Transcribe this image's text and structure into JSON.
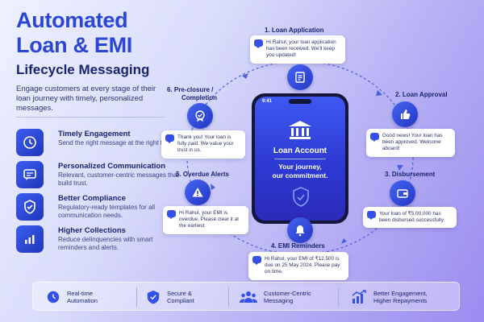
{
  "header": {
    "title_line1": "Automated",
    "title_line2": "Loan & EMI",
    "title_line3": "Lifecycle Messaging",
    "intro": "Engage customers at every stage of their loan journey with timely, personalized messages."
  },
  "features": [
    {
      "icon": "clock-icon",
      "title": "Timely Engagement",
      "desc": "Send the right message at the right time."
    },
    {
      "icon": "chat-icon",
      "title": "Personalized Communication",
      "desc": "Relevant, customer-centric messages that build trust."
    },
    {
      "icon": "shield-icon",
      "title": "Better Compliance",
      "desc": "Regulatory-ready templates for all communication needs."
    },
    {
      "icon": "bar-chart-icon",
      "title": "Higher Collections",
      "desc": "Reduce delinquencies with smart reminders and alerts."
    }
  ],
  "phone": {
    "time": "9:41",
    "heading": "Loan Account",
    "tagline_line1": "Your journey,",
    "tagline_line2": "our commitment."
  },
  "steps": [
    {
      "label": "1. Loan Application",
      "icon": "document-icon",
      "message": "Hi Rahul, your loan application has been received. We'll keep you updated!"
    },
    {
      "label": "2. Loan Approval",
      "icon": "thumbs-up-icon",
      "message": "Good news! Your loan has been approved. Welcome aboard!"
    },
    {
      "label": "3. Disbursement",
      "icon": "wallet-icon",
      "message": "Your loan of ₹5,00,000 has been disbursed successfully."
    },
    {
      "label": "4. EMI Reminders",
      "icon": "bell-icon",
      "message": "Hi Rahul, your EMI of ₹12,500 is due on 25 May 2024. Please pay on time."
    },
    {
      "label": "5. Overdue Alerts",
      "icon": "warning-icon",
      "message": "Hi Rahul, your EMI is overdue. Please clear it at the earliest."
    },
    {
      "label_line1": "6. Pre-closure /",
      "label_line2": "Completion",
      "icon": "badge-check-icon",
      "message": "Thank you! Your loan is fully paid. We value your trust in us."
    }
  ],
  "benefits": [
    {
      "icon": "clock-icon",
      "line1": "Real-time",
      "line2": "Automation"
    },
    {
      "icon": "shield-icon",
      "line1": "Secure &",
      "line2": "Compliant"
    },
    {
      "icon": "users-icon",
      "line1": "Customer-Centric",
      "line2": "Messaging"
    },
    {
      "icon": "growth-chart-icon",
      "line1": "Better Engagement,",
      "line2": "Higher Repayments"
    }
  ],
  "colors": {
    "accent": "#2b46d6",
    "dark": "#1a2470",
    "icon_bg": "#3550e6"
  }
}
